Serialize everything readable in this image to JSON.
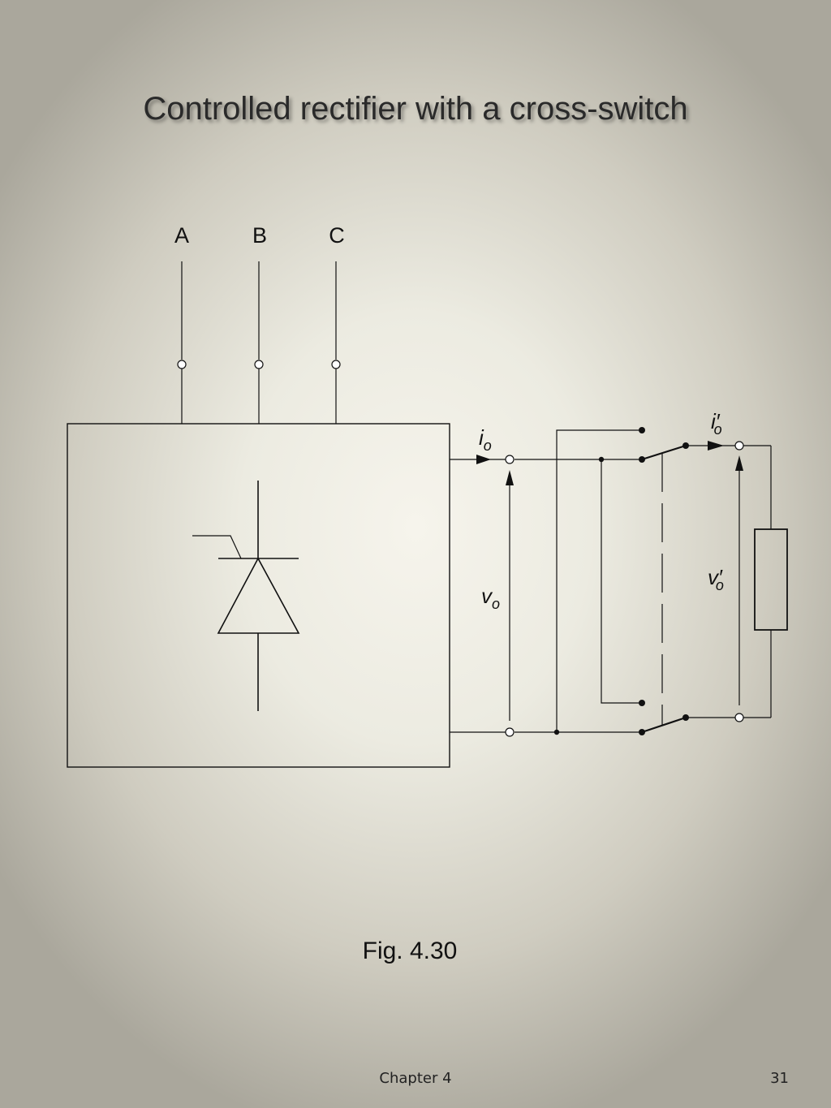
{
  "slide": {
    "title": "Controlled rectifier with a cross-switch",
    "caption": "Fig. 4.30",
    "footer": "Chapter 4",
    "page_number": "31"
  },
  "diagram": {
    "phase_labels": [
      "A",
      "B",
      "C"
    ],
    "output_current_label": "i",
    "output_current_sub": "o",
    "output_voltage_label": "v",
    "output_voltage_sub": "o",
    "load_current_label": "i′",
    "load_current_sub": "o",
    "load_voltage_label": "v′",
    "load_voltage_sub": "o"
  }
}
